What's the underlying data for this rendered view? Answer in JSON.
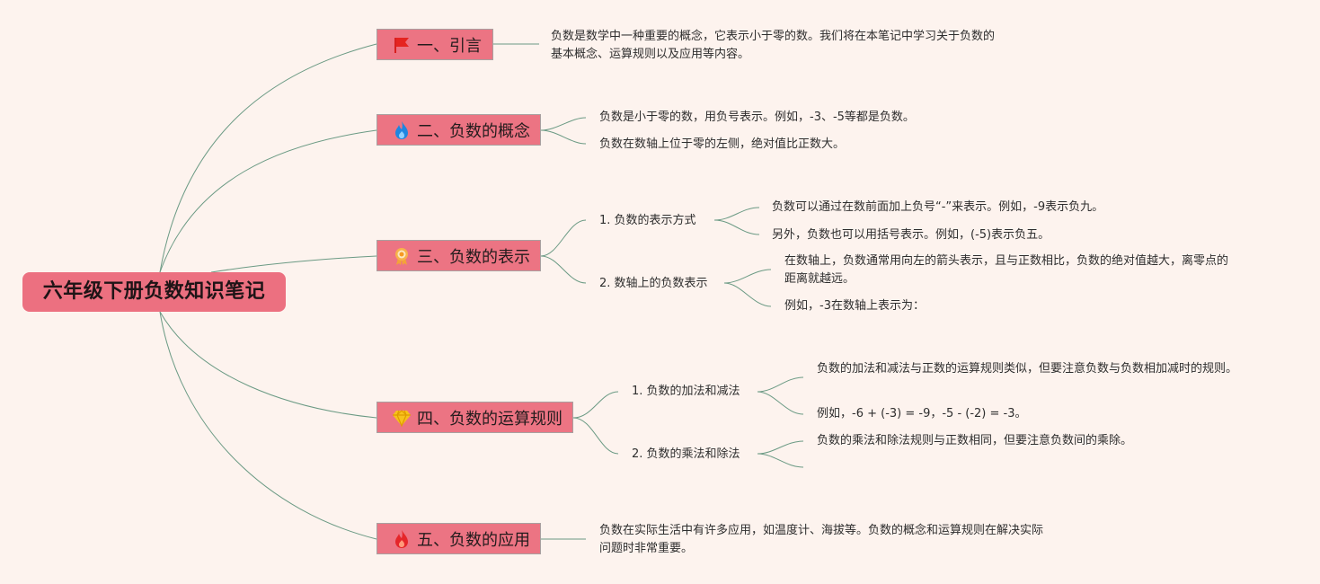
{
  "root": {
    "title": "六年级下册负数知识笔记"
  },
  "sections": [
    {
      "title": "一、引言",
      "icon": "red-flag-icon",
      "text": "负数是数学中一种重要的概念，它表示小于零的数。我们将在本笔记中学习关于负数的基本概念、运算规则以及应用等内容。"
    },
    {
      "title": "二、负数的概念",
      "icon": "blue-flame-icon",
      "items": [
        "负数是小于零的数，用负号表示。例如，-3、-5等都是负数。",
        "负数在数轴上位于零的左侧，绝对值比正数大。"
      ]
    },
    {
      "title": "三、负数的表示",
      "icon": "award-ribbon-icon",
      "subs": [
        {
          "label": "1. 负数的表示方式",
          "items": [
            "负数可以通过在数前面加上负号“-”来表示。例如，-9表示负九。",
            "另外，负数也可以用括号表示。例如，(-5)表示负五。"
          ]
        },
        {
          "label": "2. 数轴上的负数表示",
          "items": [
            "在数轴上，负数通常用向左的箭头表示，且与正数相比，负数的绝对值越大，离零点的距离就越远。",
            "例如，-3在数轴上表示为："
          ]
        }
      ]
    },
    {
      "title": "四、负数的运算规则",
      "icon": "diamond-icon",
      "subs": [
        {
          "label": "1. 负数的加法和减法",
          "items": [
            "负数的加法和减法与正数的运算规则类似，但要注意负数与负数相加减时的规则。",
            "例如，-6 + (-3) = -9，-5 - (-2) = -3。"
          ]
        },
        {
          "label": "2. 负数的乘法和除法",
          "items": [
            "负数的乘法和除法规则与正数相同，但要注意负数间的乘除。",
            ""
          ]
        }
      ]
    },
    {
      "title": "五、负数的应用",
      "icon": "red-flame-icon",
      "text": "负数在实际生活中有许多应用，如温度计、海拔等。负数的概念和运算规则在解决实际问题时非常重要。"
    }
  ],
  "colors": {
    "background": "#fdf3ee",
    "node_fill": "#ec7483",
    "line": "#6b9a84"
  }
}
